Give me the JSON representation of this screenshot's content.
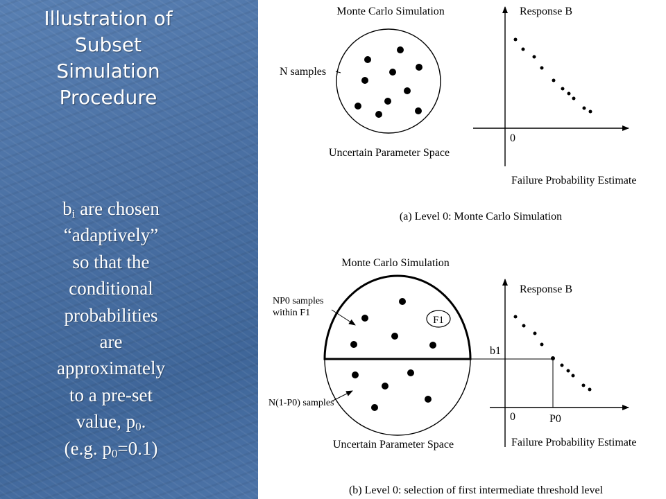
{
  "slide": {
    "title_lines": [
      "Illustration of",
      "Subset",
      "Simulation",
      "Procedure"
    ],
    "text": {
      "b": "b",
      "i": "i",
      "l1": " are chosen",
      "l2": "“adaptively”",
      "l3": "so that the",
      "l4": "conditional",
      "l5": "probabilities",
      "l6": "are",
      "l7": "approximately",
      "l8": "to a pre-set",
      "l9a": "value, p",
      "l9sub": "0",
      "l9b": ".",
      "l10a": "(e.g. p",
      "l10sub": "0",
      "l10b": "=0.1)"
    }
  },
  "panel_a": {
    "circle_title": "Monte Carlo Simulation",
    "samples_label": "N samples",
    "space_label": "Uncertain Parameter Space",
    "axis_y_label": "Response B",
    "axis_x_label": "Failure Probability  Estimate",
    "origin_label": "0",
    "caption": "(a) Level 0: Monte Carlo Simulation"
  },
  "panel_b": {
    "circle_title": "Monte Carlo Simulation",
    "np0_label_line1": "NP0 samples",
    "np0_label_line2": "within F1",
    "f1_label": "F1",
    "n1p0_label": "N(1-P0) samples",
    "space_label": "Uncertain Parameter Space",
    "axis_y_label": "Response B",
    "axis_x_label": "Failure Probability  Estimate",
    "origin_label": "0",
    "b1_label": "b1",
    "p0_label": "P0",
    "caption": "(b) Level 0: selection of first intermediate threshold level"
  },
  "colors": {
    "sidebar_blue": "#4a70a3",
    "text_white": "#ffffff",
    "ink": "#000000"
  }
}
